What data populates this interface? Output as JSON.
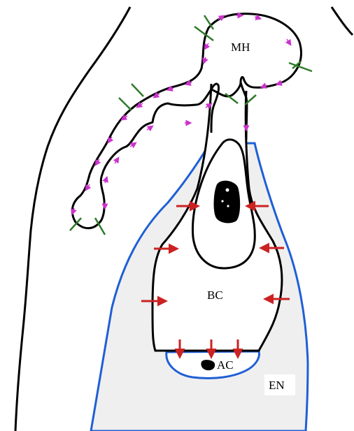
{
  "labels": {
    "mh": "MH",
    "bc": "BC",
    "ac": "AC",
    "en": "EN"
  },
  "colors": {
    "outline": "#000000",
    "endosperm_fill": "#efefef",
    "endosperm_border": "#1f5fd6",
    "red_arrow": "#cc2222",
    "green_arrow": "#2f7a2a",
    "magenta_arrow": "#cc33cc"
  }
}
